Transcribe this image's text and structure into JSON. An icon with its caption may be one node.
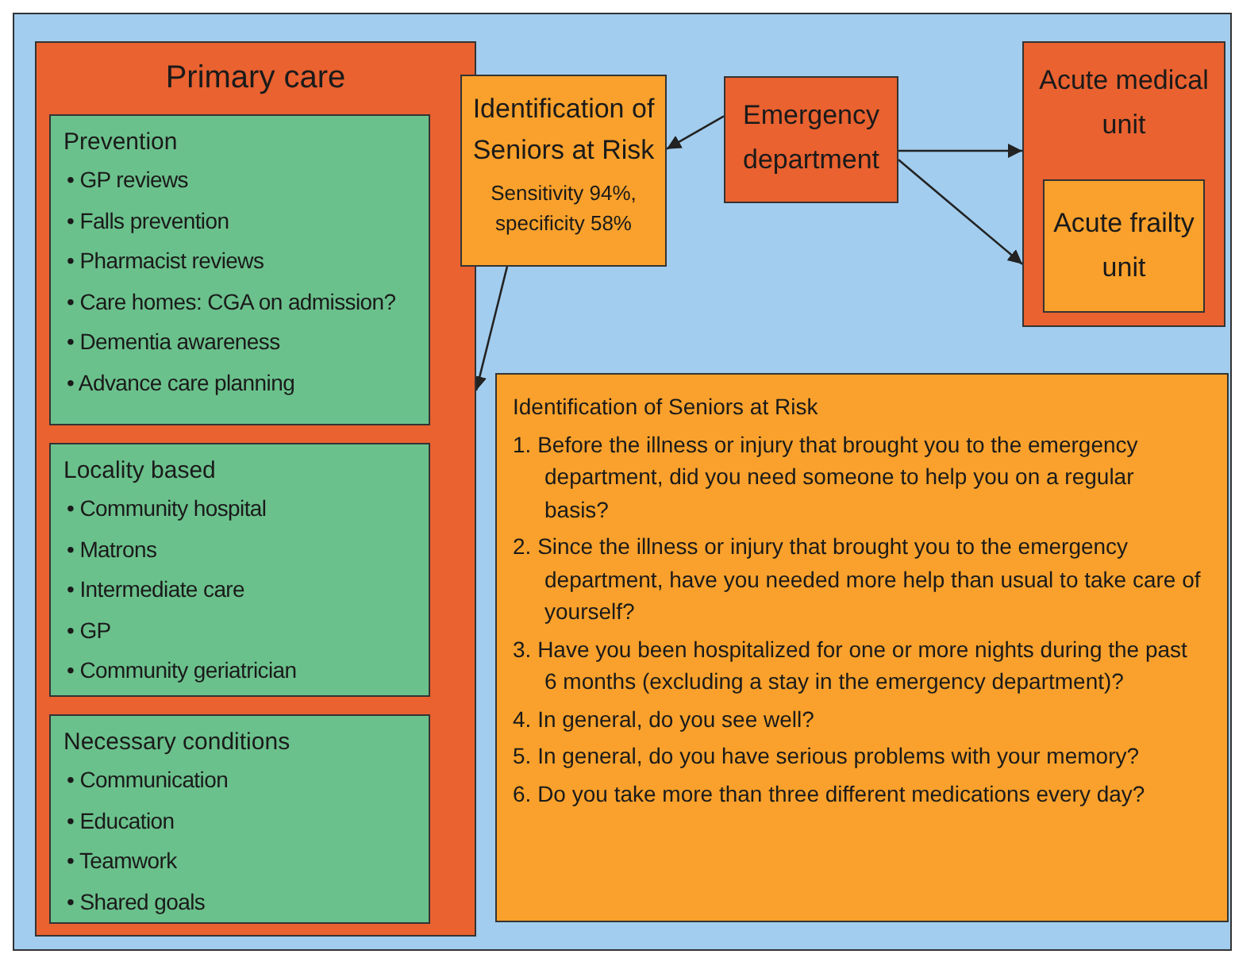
{
  "diagram": {
    "nodes": [
      {
        "text": [
          "Primary care"
        ]
      },
      {
        "text": [
          "Prevention",
          "• GP reviews",
          "• Falls prevention",
          "• Pharmacist reviews",
          "• Care homes: CGA on admission?",
          "• Dementia awareness",
          "• Advance care planning"
        ],
        "in": 0
      },
      {
        "text": [
          "Locality based",
          "• Community hospital",
          "• Matrons",
          "• Intermediate care",
          "• GP",
          "• Community geriatrician"
        ],
        "in": 0
      },
      {
        "text": [
          "Necessary conditions",
          "• Communication",
          "• Education",
          "• Teamwork",
          "• Shared goals"
        ],
        "in": 0
      },
      {
        "text": [
          "Identification of Seniors at Risk",
          "Sensitivity 94%, specificity 58%"
        ]
      },
      {
        "text": [
          "Emergency department"
        ]
      },
      {
        "text": [
          "Acute medical unit"
        ]
      },
      {
        "text": [
          "Acute frailty unit"
        ],
        "in": 6
      },
      {
        "text": [
          "Identification of Seniors at Risk",
          "1. Before the illness or injury that brought you to the emergency department, did you need someone to help you on a regular basis?",
          "2. Since the illness or injury that brought you to the emergency department, have you needed more help than usual to take care of yourself?",
          "3. Have you been hospitalized for one or more nights during the past 6 months (excluding a stay in the emergency department)?",
          "4. In general, do you see well?",
          "5. In general, do you have serious problems with your memory?",
          "6. Do you take more than three different medications every day?"
        ]
      }
    ],
    "edges": [
      {
        "from": 5,
        "to": 4,
        "arrow": "to"
      },
      {
        "from": 5,
        "to": 6,
        "arrow": "to"
      },
      {
        "from": 5,
        "to": 6,
        "arrow": "to"
      },
      {
        "from": 4,
        "to": 0,
        "arrow": "to"
      }
    ]
  }
}
